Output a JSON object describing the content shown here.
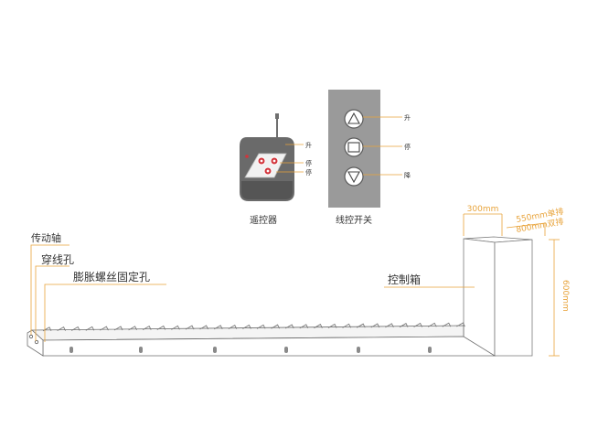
{
  "remote": {
    "caption": "遥控器",
    "labels": {
      "up": "升",
      "stop": "停",
      "down": "停"
    }
  },
  "wall_switch": {
    "caption": "线控开关",
    "labels": {
      "up": "升",
      "stop": "停",
      "down": "降"
    }
  },
  "barrier": {
    "labels": {
      "shaft": "传动轴",
      "cable_hole": "穿线孔",
      "anchor_holes": "膨胀螺丝固定孔",
      "control_box": "控制箱"
    }
  },
  "dimensions": {
    "width": "300mm",
    "depth_single": "550mm单排",
    "depth_double": "800mm双排",
    "height": "600mm"
  },
  "colors": {
    "annotation": "#e8a33a",
    "outline": "#6f6f6f",
    "panel": "#9a9a9a",
    "button_red": "#d2343b"
  }
}
